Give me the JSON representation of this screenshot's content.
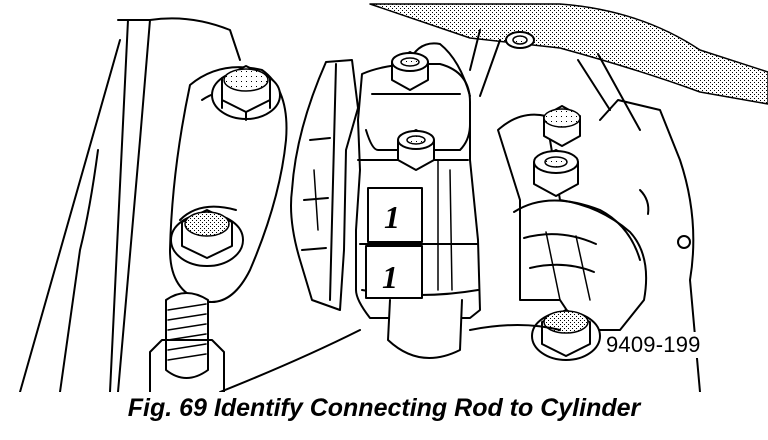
{
  "figure": {
    "reference_number": "9409-199",
    "rod_marks": [
      "1",
      "1"
    ],
    "caption": "Fig. 69 Identify Connecting Rod to Cylinder",
    "colors": {
      "ink": "#000000",
      "paper": "#ffffff"
    }
  }
}
